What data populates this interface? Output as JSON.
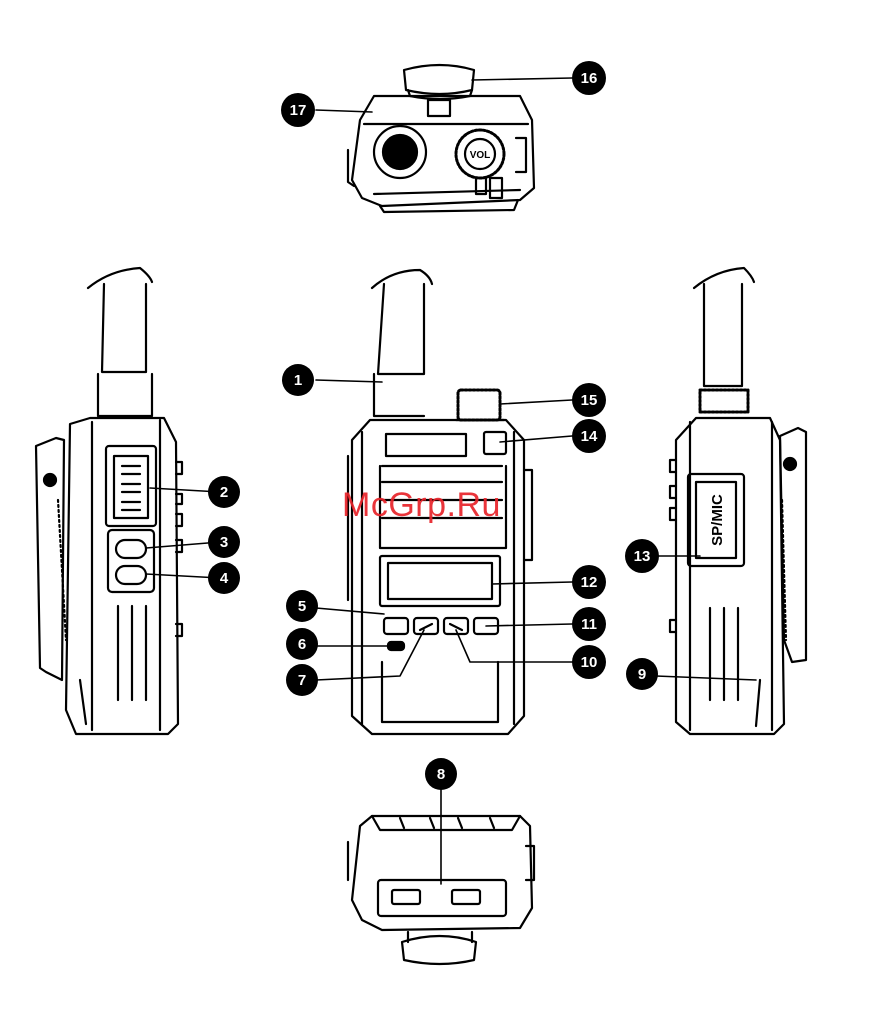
{
  "watermark": "McGrp.Ru",
  "labels": {
    "vol": "VOL",
    "sp_mic": "SP/MIC"
  },
  "callouts": [
    "1",
    "2",
    "3",
    "4",
    "5",
    "6",
    "7",
    "8",
    "9",
    "10",
    "11",
    "12",
    "13",
    "14",
    "15",
    "16",
    "17"
  ]
}
